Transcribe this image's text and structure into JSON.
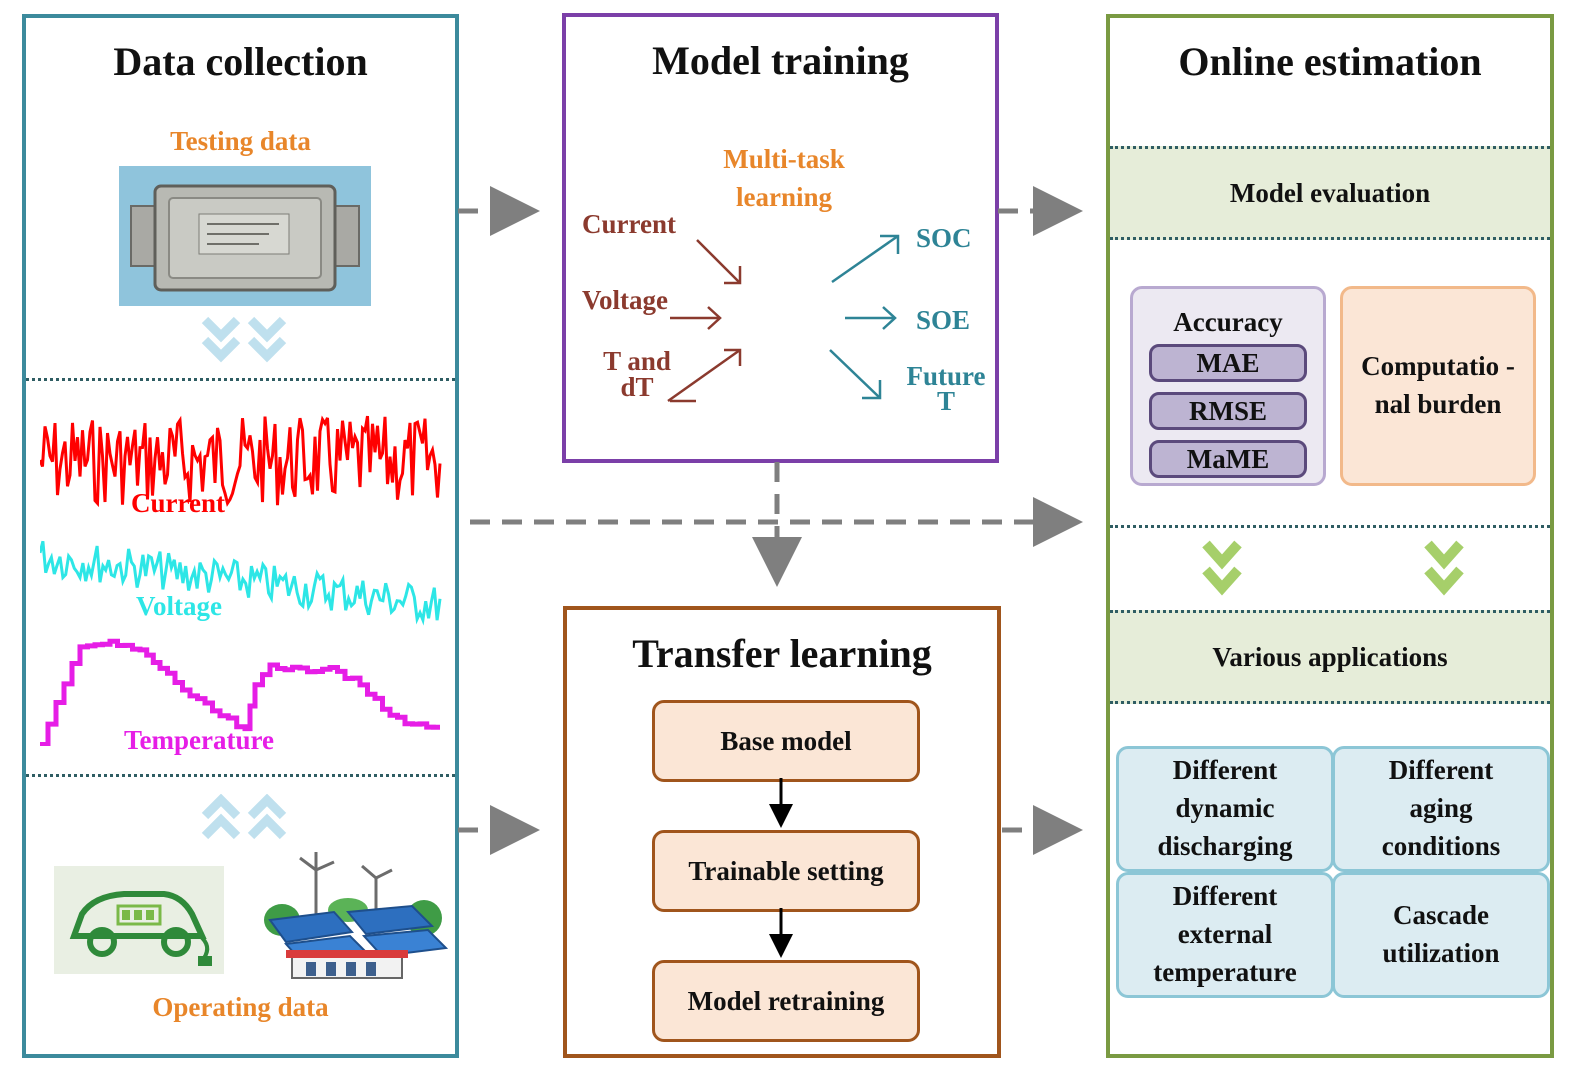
{
  "data_collection": {
    "title": "Data collection",
    "testing_label": "Testing data",
    "signals": {
      "current": "Current",
      "voltage": "Voltage",
      "temperature": "Temperature"
    },
    "operating_label": "Operating data",
    "colors": {
      "border": "#3c8a9c",
      "current": "#ff0000",
      "voltage": "#2de6e6",
      "temperature": "#e61ee6",
      "orange": "#e8862a"
    }
  },
  "model_training": {
    "title": "Model training",
    "mtl_label": "Multi-task learning",
    "inputs": [
      "Current",
      "Voltage",
      "T and dT"
    ],
    "outputs": [
      "SOC",
      "SOE",
      "Future T"
    ],
    "colors": {
      "border": "#7b3fa8",
      "input": "#8b3a2e",
      "output": "#2e8496"
    }
  },
  "transfer_learning": {
    "title": "Transfer learning",
    "steps": [
      "Base model",
      "Trainable setting",
      "Model retraining"
    ],
    "colors": {
      "border": "#a0551c",
      "step_bg": "#fbe6d6",
      "step_border": "#a0551c"
    }
  },
  "online_estimation": {
    "title": "Online estimation",
    "evaluation_label": "Model evaluation",
    "accuracy": {
      "label": "Accuracy",
      "metrics": [
        "MAE",
        "RMSE",
        "MaME"
      ]
    },
    "computational_burden": "Computatio -nal burden",
    "applications_label": "Various applications",
    "applications": [
      "Different dynamic discharging",
      "Different aging conditions",
      "Different external temperature",
      "Cascade utilization"
    ],
    "colors": {
      "border": "#7a9a42",
      "band": "#e6edd9",
      "chevron": "#a6cf6a"
    }
  }
}
